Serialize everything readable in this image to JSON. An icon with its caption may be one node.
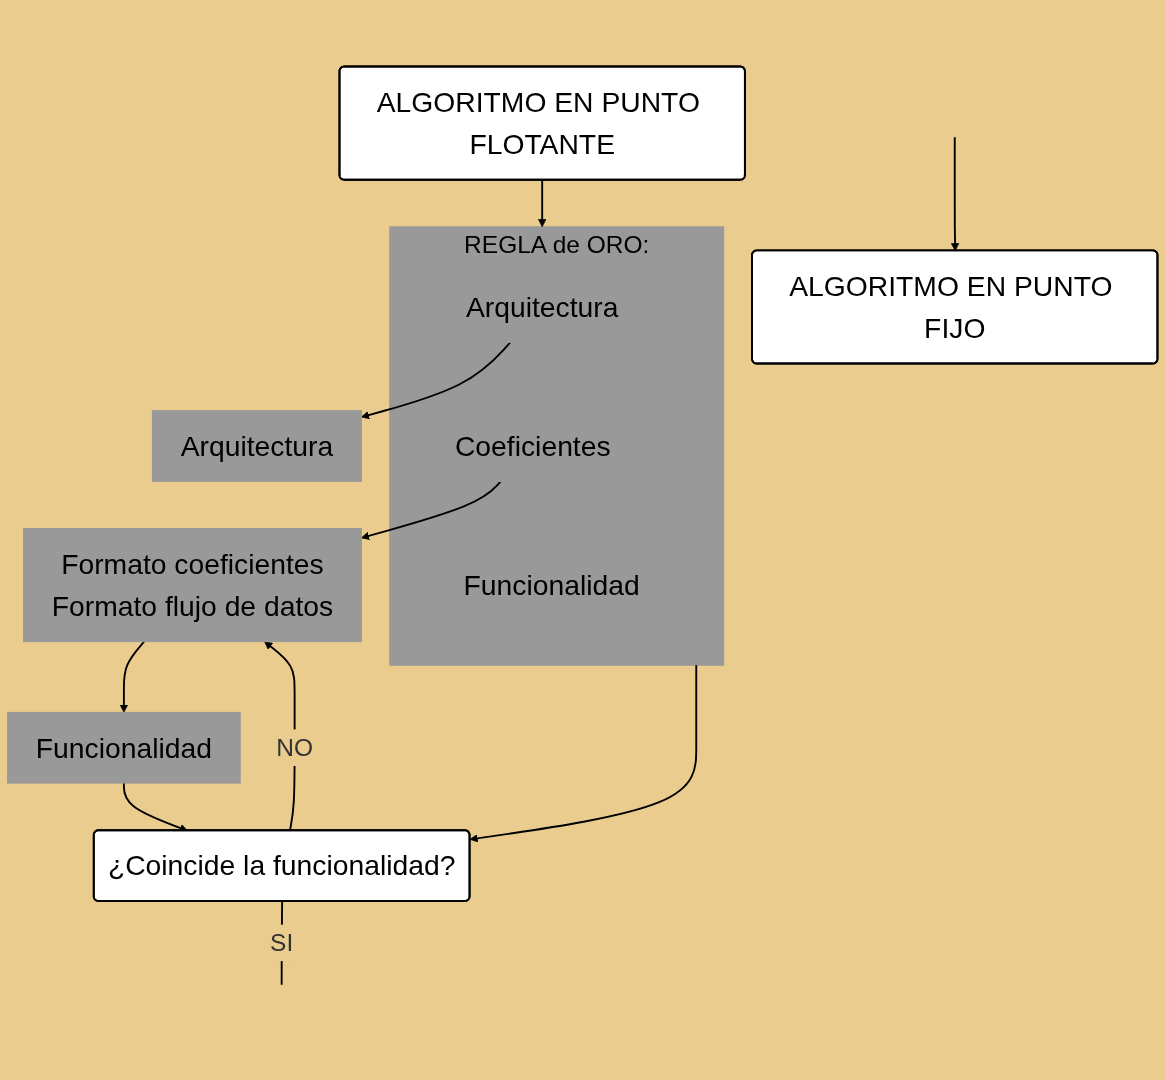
{
  "diagram": {
    "nodes": [
      {
        "text": [
          "ALGORITMO EN PUNTO FLOTANTE"
        ]
      },
      {
        "text": [
          "ALGORITMO EN PUNTO FIJO"
        ]
      },
      {
        "text": [
          "REGLA de ORO:"
        ]
      },
      {
        "text": [
          "Arquitectura"
        ],
        "in": 2
      },
      {
        "text": [
          "Coeficientes"
        ],
        "in": 2
      },
      {
        "text": [
          "Funcionalidad"
        ],
        "in": 2
      },
      {
        "text": [
          "Arquitectura"
        ]
      },
      {
        "text": [
          "Formato coeficientes",
          "Formato flujo de datos"
        ]
      },
      {
        "text": [
          "Funcionalidad"
        ]
      },
      {
        "text": [
          "¿Coincide la funcionalidad?"
        ]
      }
    ],
    "edges": [
      {
        "from": 0,
        "to": 2,
        "arrow": "to"
      },
      {
        "from": null,
        "to": 1,
        "arrow": "to"
      },
      {
        "from": 3,
        "to": 6,
        "arrow": "to"
      },
      {
        "from": 4,
        "to": 7,
        "arrow": "to"
      },
      {
        "from": 7,
        "to": 8,
        "arrow": "to"
      },
      {
        "from": 2,
        "to": 9,
        "arrow": "to"
      },
      {
        "from": 8,
        "to": 9,
        "arrow": "to"
      },
      {
        "from": 9,
        "to": 7,
        "arrow": "to",
        "label": "NO"
      },
      {
        "from": 9,
        "to": null,
        "arrow": "none",
        "label": "SI"
      }
    ]
  }
}
